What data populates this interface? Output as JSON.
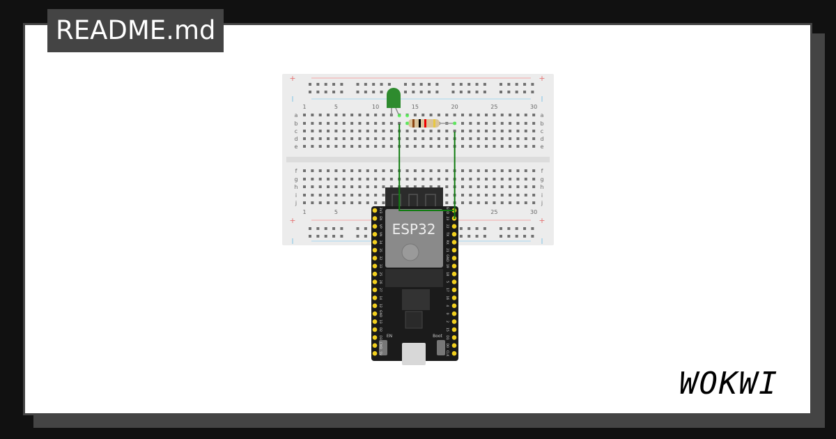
{
  "title": "README.md",
  "brand": "WOKWI",
  "breadboard": {
    "column_labels": [
      "1",
      "5",
      "10",
      "15",
      "20",
      "25",
      "30"
    ],
    "row_labels_top": [
      "a",
      "b",
      "c",
      "d",
      "e"
    ],
    "row_labels_bottom": [
      "f",
      "g",
      "h",
      "i",
      "j"
    ],
    "plus": "+"
  },
  "esp32": {
    "label": "ESP32",
    "left_pins": [
      "3V3",
      "EN",
      "VP",
      "VN",
      "34",
      "35",
      "32",
      "33",
      "25",
      "26",
      "27",
      "14",
      "12",
      "GND",
      "13",
      "D2",
      "D3",
      "CMD",
      "5V"
    ],
    "right_pins": [
      "GND",
      "23",
      "22",
      "TX",
      "RX",
      "21",
      "GND",
      "19",
      "18",
      "5",
      "17",
      "16",
      "4",
      "0",
      "2",
      "15",
      "D1",
      "D0",
      "CLK"
    ],
    "button_en": "EN",
    "button_boot": "Boot"
  },
  "colors": {
    "wire": "#107c10",
    "led": "#2e8b2e",
    "board": "#1b1b1b",
    "pin": "#f2d01e"
  }
}
